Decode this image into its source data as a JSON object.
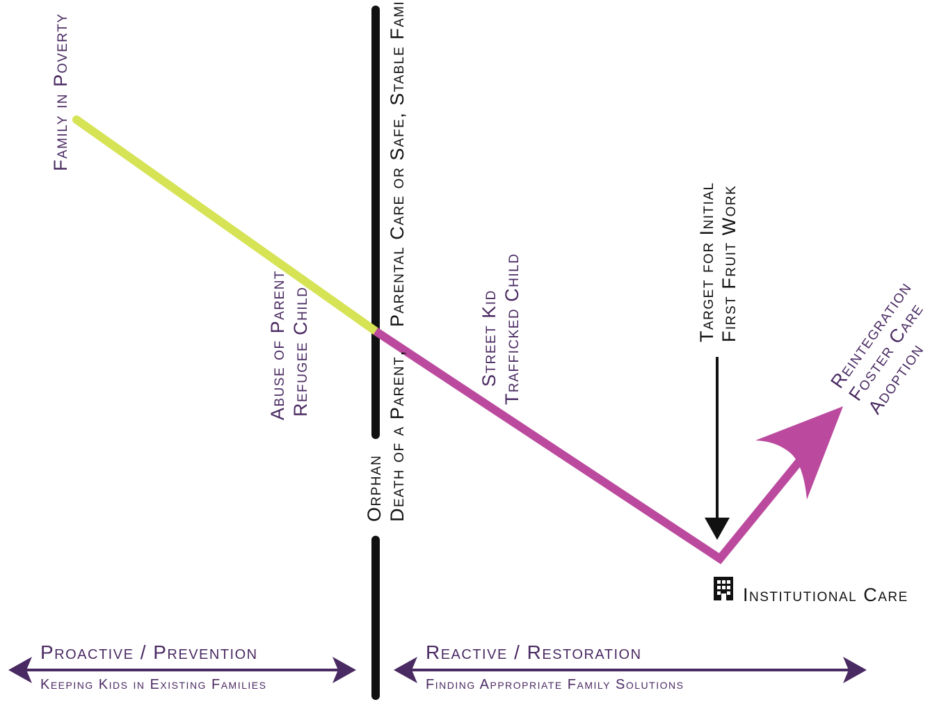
{
  "labels": {
    "family_in_poverty": "Family in Poverty",
    "abuse_of_parent": "Abuse of Parent",
    "refugee_child": "Refugee Child",
    "parental_care": "Parental Care or Safe, Stable Family",
    "orphan": "Orphan",
    "death_of_parent": "Death of a Parent,",
    "street_kid": "Street Kid",
    "trafficked_child": "Trafficked Child",
    "target_line1": "Target for Initial",
    "target_line2": "First Fruit Work",
    "reintegration": "Reintegration",
    "foster_care": "Foster Care",
    "adoption": "Adoption",
    "institutional_care": "Institutional Care"
  },
  "bottom": {
    "proactive_title": "Proactive / Prevention",
    "proactive_sub": "Keeping Kids in Existing Families",
    "reactive_title": "Reactive / Restoration",
    "reactive_sub": "Finding Appropriate Family Solutions"
  },
  "icons": {
    "building": "building-icon"
  },
  "colors": {
    "green_line": "#d5e354",
    "magenta_line": "#bb4a9e",
    "text_purple": "#4a2a62",
    "divider": "#111111"
  }
}
